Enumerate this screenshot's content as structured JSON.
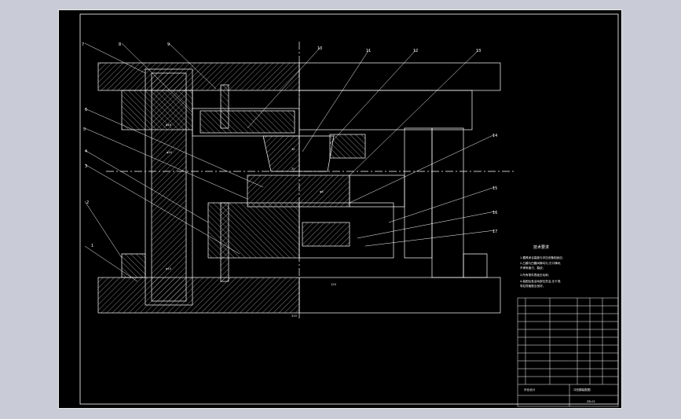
{
  "colors": {
    "background": "#c9ccd6",
    "sheet": "#000000",
    "line": "#ffffff",
    "hatch": "#d8d8d8"
  },
  "callouts": [
    "1",
    "2",
    "3",
    "4",
    "5",
    "6",
    "7",
    "8",
    "9",
    "10",
    "11",
    "12",
    "13",
    "14",
    "15",
    "16",
    "17"
  ],
  "dimensions": {
    "d1": "φ20",
    "d2": "φ16",
    "d3": "φ10",
    "d4": "φ8",
    "d5": "30",
    "d6": "20",
    "d7": "120",
    "d8": "315"
  },
  "notes": {
    "title": "技术要求",
    "lines": [
      "1.模具闭合高度与冲压设备相适应;",
      "2.凸模与凹模间隙均匀,刃口锋利,",
      "  不得有崩刃、裂纹;",
      "3.所有零件表面无毛刺;",
      "4.装配后各活动部位灵活,无卡滞,",
      "  导柱导套配合良好。"
    ]
  },
  "title_block": {
    "drawing_name": "冲压模装配图",
    "school": "毕业设计",
    "drawing_no": "ZB-01"
  }
}
